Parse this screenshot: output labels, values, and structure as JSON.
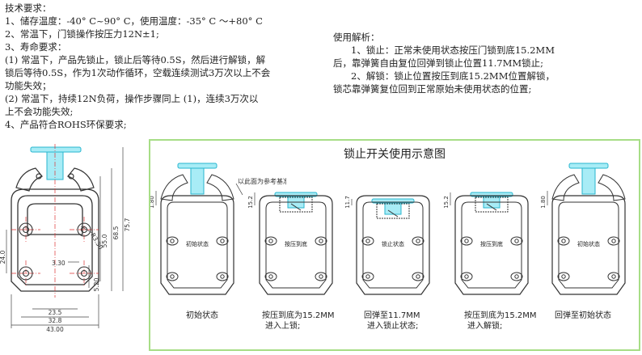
{
  "requirements": {
    "title": "技术要求：",
    "lines": [
      "1、储存温度：-40° C~90° C，使用温度：-35° C ～+80° C",
      "2、常温下，门锁操作按压力12N±1;",
      "3、寿命要求：",
      "(1) 常温下，产品先锁止，锁止后等待0.5S，然后进行解锁，解",
      "锁后等待0.5S，作为1次动作循环，空载连续测试3万次以上不会",
      "功能失效；",
      "(2) 常温下，持续12N负荷，操作步骤同上 (1)，连续3万次以",
      "上不会功能失效;",
      "4、产品符合ROHS环保要求;"
    ]
  },
  "analysis": {
    "title": "使用解析：",
    "lines": [
      "1、锁止：正常未使用状态按压门锁到底15.2MM",
      "后，靠弹簧自由复位回弹到锁止位置11.7MM锁止;",
      "2、解锁：锁止位置按压到底15.2MM位置解锁，",
      "锁芯靠弹簧复位回到正常原始未使用状态的位置;"
    ]
  },
  "drawing": {
    "reference_note": "以此面为参考基准",
    "dims": {
      "d_43": "43.00",
      "d_32_8": "32.8",
      "d_23_5": "23.5",
      "d_24": "24.0",
      "d_3_30": "3.30",
      "d_5_20": "5.20",
      "d_r3_30": "R3.30",
      "d_55": "55.0",
      "d_68_5": "68.5",
      "d_75_7": "75.7",
      "d_1_80a": "1.80",
      "d_15_2a": "15.2",
      "d_11_7": "11.7",
      "d_15_2b": "15.2",
      "d_1_80b": "1.80"
    }
  },
  "usage_panel": {
    "title": "锁止开关使用示意图",
    "states": [
      {
        "label": "初始状态",
        "inner": "初始状态"
      },
      {
        "label": "按压到底为15.2MM\n进入上锁;",
        "inner": "按压到底"
      },
      {
        "label": "回弹至11.7MM\n进入锁止状态;",
        "inner": "锁止状态"
      },
      {
        "label": "按压到底为15.2MM\n进入解锁;",
        "inner": "按压到底"
      },
      {
        "label": "回弹至初始状态",
        "inner": "初始状态"
      }
    ]
  }
}
